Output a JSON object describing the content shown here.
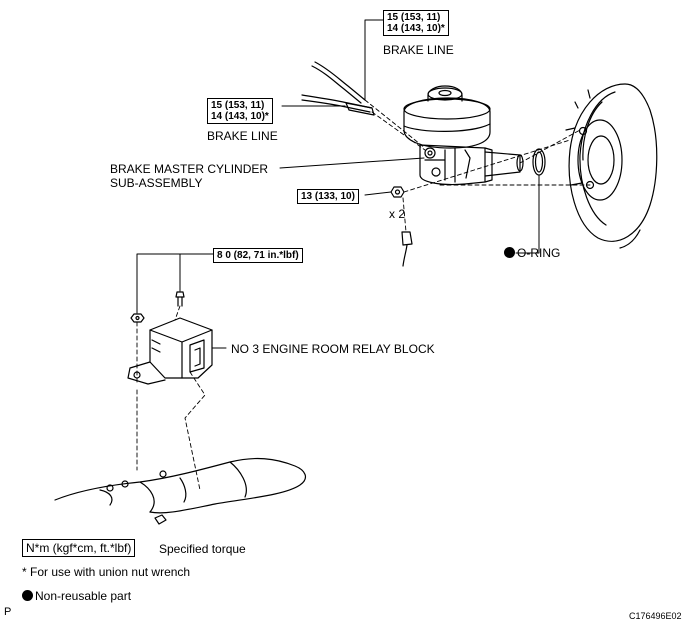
{
  "torque_specs": {
    "brake_line_top": {
      "line1": "15 (153, 11)",
      "line2": "14 (143, 10)*"
    },
    "brake_line_left": {
      "line1": "15 (153, 11)",
      "line2": "14 (143, 10)*"
    },
    "nut": {
      "line1": "13 (133, 10)"
    },
    "relay_bolt": {
      "line1": "8 0 (82, 71 in.*lbf)"
    }
  },
  "labels": {
    "brake_line_top": "BRAKE LINE",
    "brake_line_left": "BRAKE LINE",
    "master_cylinder_1": "BRAKE MASTER CYLINDER",
    "master_cylinder_2": "SUB-ASSEMBLY",
    "quantity": "x 2",
    "o_ring": "O-RING",
    "relay_block": "NO  3 ENGINE ROOM RELAY BLOCK"
  },
  "legend": {
    "torque_unit": "N*m (kgf*cm, ft.*lbf)",
    "torque_desc": "Specified torque",
    "asterisk_note": "* For use with union nut wrench",
    "non_reusable": "Non-reusable part"
  },
  "footer": {
    "page_letter": "P",
    "figure_code": "C176496E02"
  }
}
